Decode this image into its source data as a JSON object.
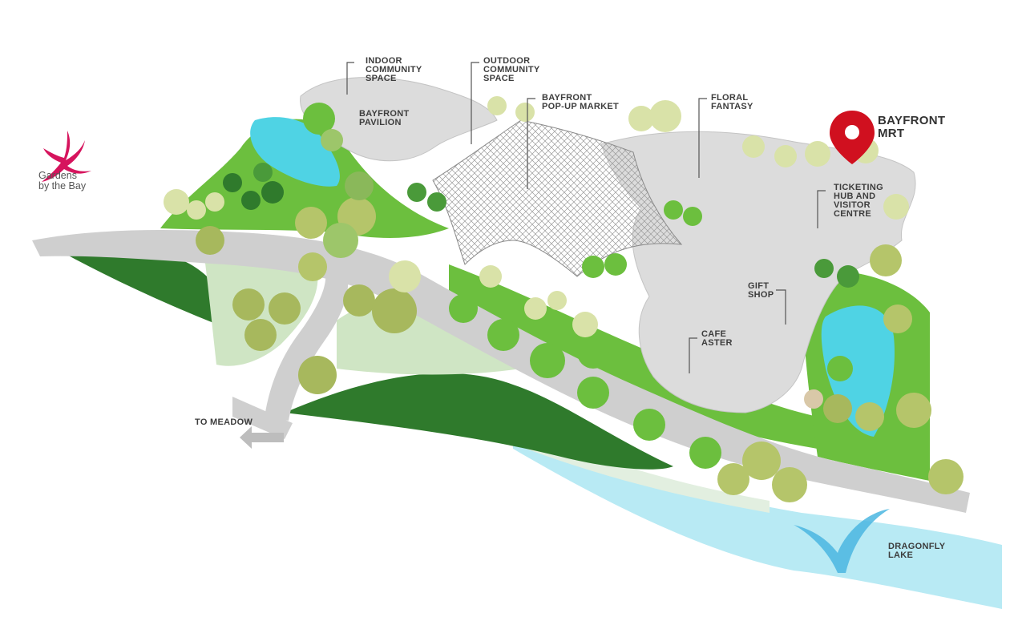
{
  "brand": {
    "name_line1": "Gardens",
    "name_line2": "by the Bay",
    "color": "#d6145d"
  },
  "labels": {
    "indoor_community_space": "INDOOR\nCOMMUNITY\nSPACE",
    "outdoor_community_space": "OUTDOOR\nCOMMUNITY\nSPACE",
    "bayfront_pavilion": "BAYFRONT\nPAVILION",
    "bayfront_popup_market": "BAYFRONT\nPOP-UP MARKET",
    "floral_fantasy": "FLORAL\nFANTASY",
    "bayfront_mrt": "BAYFRONT\nMRT",
    "ticketing_hub": "TICKETING\nHUB AND\nVISITOR\nCENTRE",
    "gift_shop": "GIFT\nSHOP",
    "cafe_aster": "CAFE\nASTER",
    "to_meadow": "TO MEADOW",
    "dragonfly_lake": "DRAGONFLY\nLAKE"
  },
  "icons": {
    "location_pin": "map-pin-icon",
    "direction_arrow": "arrow-left-icon"
  },
  "colors": {
    "pin": "#d0101f",
    "grass_dark": "#2f7a2c",
    "grass_light": "#6cbf3e",
    "lawn_pale": "#cfe5c4",
    "path": "#cfcfcf",
    "building": "#dcdcdc",
    "pond": "#4fd3e4",
    "lake": "#b8eaf4"
  }
}
